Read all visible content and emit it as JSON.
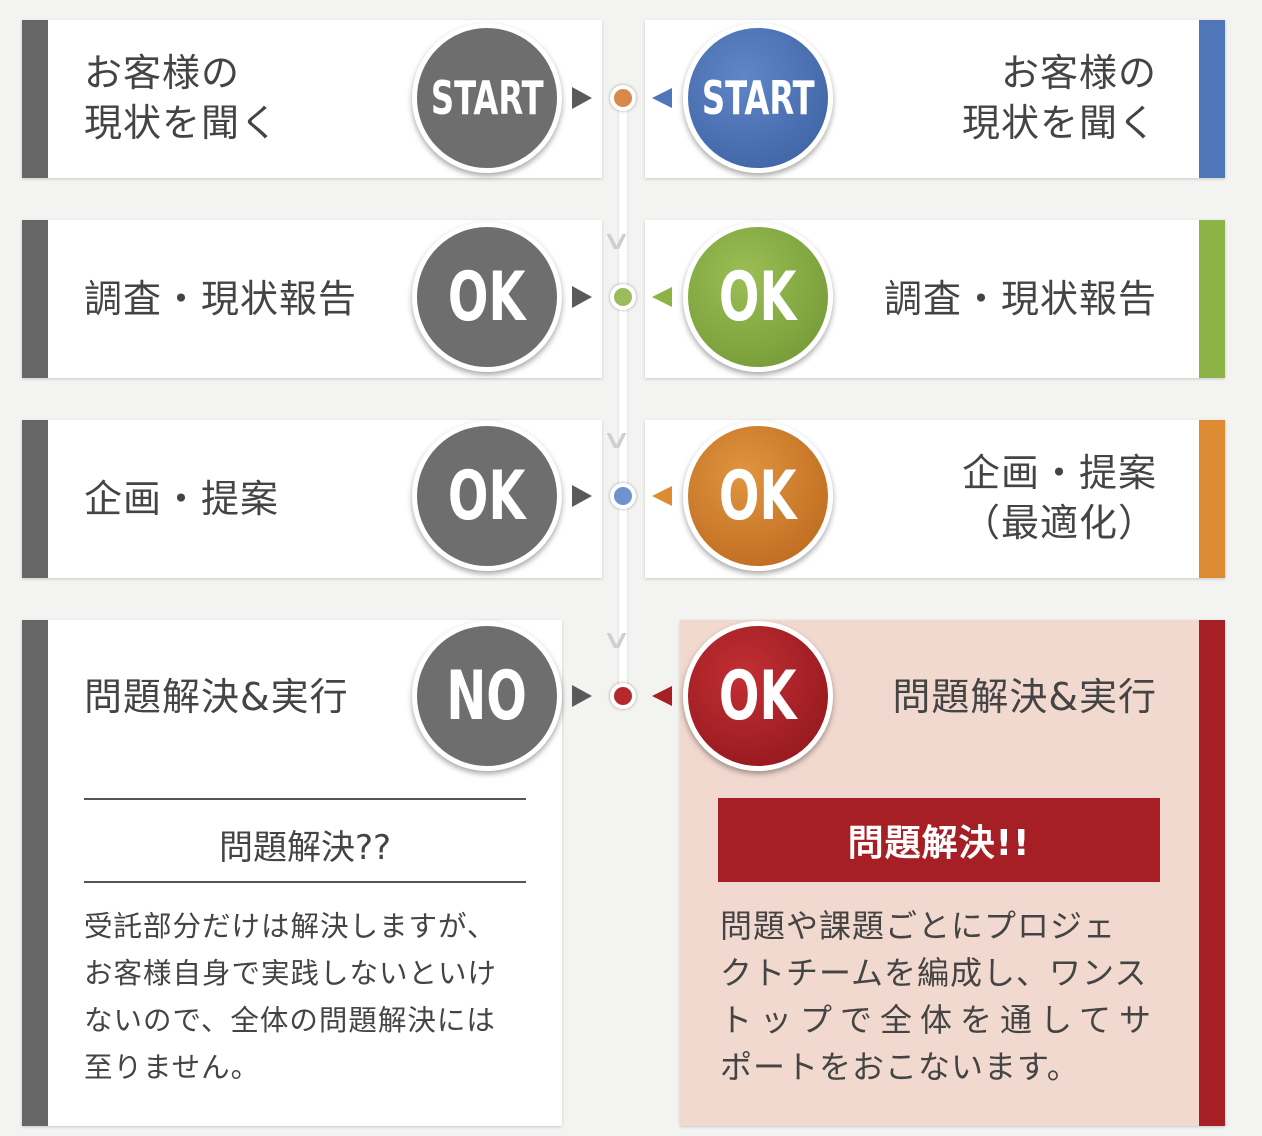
{
  "colors": {
    "gray": "#666666",
    "blue": "#3f63a8",
    "green": "#7fa13a",
    "orange": "#d17a25",
    "red": "#a51f24",
    "pink_panel": "#f1d9cf"
  },
  "rows": [
    {
      "left_label": "お客様の\n現状を聞く",
      "left_badge": "START",
      "right_badge": "START",
      "right_label": "お客様の\n現状を聞く",
      "dot_color": "#d9884a"
    },
    {
      "left_label": "調査・現状報告",
      "left_badge": "OK",
      "right_badge": "OK",
      "right_label": "調査・現状報告",
      "dot_color": "#9bbc5a"
    },
    {
      "left_label": "企画・提案",
      "left_badge": "OK",
      "right_badge": "OK",
      "right_label": "企画・提案\n（最適化）",
      "dot_color": "#6e93cf"
    },
    {
      "left_label": "問題解決&実行",
      "left_badge": "NO",
      "right_badge": "OK",
      "right_label": "問題解決&実行",
      "dot_color": "#b7282d"
    }
  ],
  "left_result": {
    "title": "問題解決??",
    "body": [
      "受託部分だけは解決しますが、",
      "お客様自身で実践しないといけ",
      "ないので、全体の問題解決には",
      "至りません。"
    ]
  },
  "right_result": {
    "title": "問題解決!!",
    "body": [
      "問題や課題ごとにプロジェ",
      "クトチームを編成し、ワンス",
      "トップで全体を通してサ",
      "ポートをおこないます。"
    ]
  }
}
